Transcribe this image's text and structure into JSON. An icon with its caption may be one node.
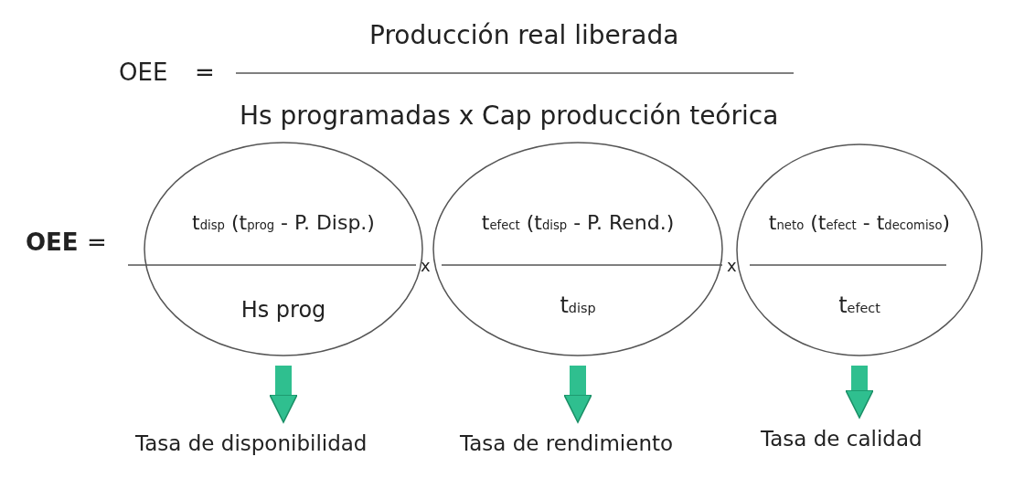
{
  "diagram": {
    "nodes": [
      {
        "text": [
          "t$_{disp}$ (t$_{prog}$ - P. Disp.)",
          "Hs prog"
        ]
      },
      {
        "text": [
          "t$_{efect}$ (t$_{disp}$ - P. Rend.)",
          "t$_{disp}$"
        ]
      },
      {
        "text": [
          "t$_{neto}$ (t$_{efect}$ - t$_{decomiso}$)",
          "t$_{efect}$"
        ]
      },
      {
        "text": [
          "Tasa de disponibilidad"
        ]
      },
      {
        "text": [
          "Tasa de rendimiento"
        ]
      },
      {
        "text": [
          "Tasa de calidad"
        ]
      }
    ],
    "edges": [
      {
        "from": 0,
        "to": 3,
        "arrow": "to"
      },
      {
        "from": 1,
        "to": 4,
        "arrow": "to"
      },
      {
        "from": 2,
        "to": 5,
        "arrow": "to"
      }
    ],
    "labels": [
      "OEE",
      "=",
      "Producción real liberada",
      "Hs programadas x Cap producción teórica",
      "OEE",
      "=",
      "x",
      "x"
    ]
  }
}
